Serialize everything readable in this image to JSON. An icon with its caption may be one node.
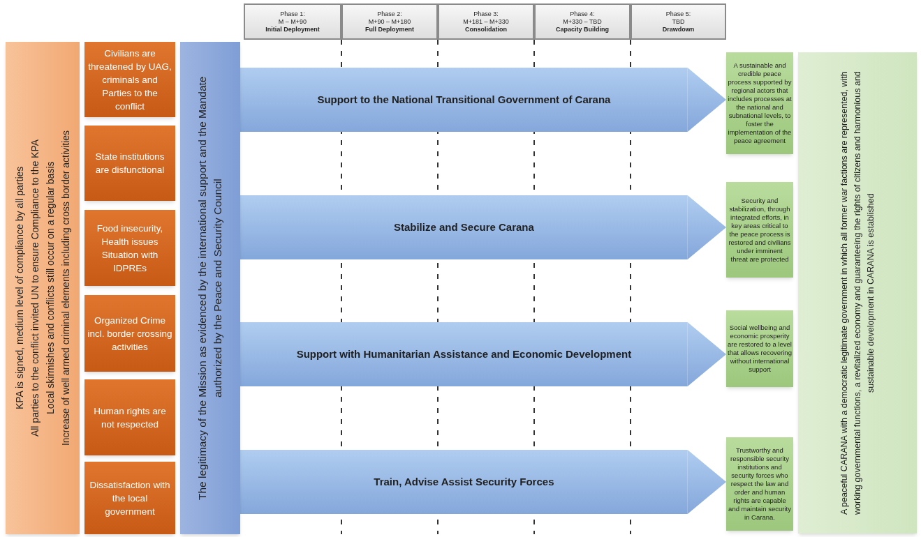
{
  "diagram": {
    "nodes": [
      {
        "text": [
          "Phase 1:",
          "M – M+90",
          "Initial Deployment"
        ]
      },
      {
        "text": [
          "Phase 2:",
          "M+90 – M+180",
          "Full Deployment"
        ]
      },
      {
        "text": [
          "Phase 3:",
          "M+181 – M+330",
          "Consolidation"
        ]
      },
      {
        "text": [
          "Phase 4:",
          "M+330 – TBD",
          "Capacity Building"
        ]
      },
      {
        "text": [
          "Phase 5:",
          "TBD",
          "Drawdown"
        ]
      },
      {
        "text": [
          "KPA is signed, medium level of compliance by all parties",
          "All parties to the conflict invited UN to ensure Compliance to the KPA",
          "Local skirmishes and conflicts still occur on a regular basis",
          "Increase of well armed criminal elements including cross border activities"
        ]
      },
      {
        "text": [
          "Civilians are threatened by UAG, criminals and Parties to the conflict"
        ]
      },
      {
        "text": [
          "State institutions are disfunctional"
        ]
      },
      {
        "text": [
          "Food insecurity, Health issues Situation with IDPREs"
        ]
      },
      {
        "text": [
          "Organized Crime incl. border crossing activities"
        ]
      },
      {
        "text": [
          "Human rights are not respected"
        ]
      },
      {
        "text": [
          "Dissatisfaction with the local government"
        ]
      },
      {
        "text": [
          "The legitimacy of the Mission as evidenced by the international support and the Mandate authorized by the Peace and Security Council"
        ]
      },
      {
        "text": [
          "A sustainable and credible peace process supported by regional actors that includes processes at the national and subnational levels, to foster the implementation of the peace agreement"
        ]
      },
      {
        "text": [
          "Security and stabilization, through integrated efforts, in key areas critical to the peace process is restored and civilians under imminent threat are protected"
        ]
      },
      {
        "text": [
          "Social wellbeing and economic prosperity are restored to a level that allows recovering without international support"
        ]
      },
      {
        "text": [
          "Trustworthy and responsible security institutions and security forces who respect the law and order and human rights are capable and maintain security in Carana."
        ]
      },
      {
        "text": [
          "A peaceful CARANA with a democratic legitimate government in which all former war factions are represented, with working governmental functions, a revitalized economy and guaranteeing the rights of citizens and harmonious and sustainable development in CARANA is established"
        ]
      }
    ],
    "edges": [
      {
        "from": 12,
        "to": 13,
        "arrow": "to",
        "label": "Support to the National Transitional Government of Carana",
        "style": "thick"
      },
      {
        "from": 12,
        "to": 14,
        "arrow": "to",
        "label": "Stabilize and Secure Carana",
        "style": "thick"
      },
      {
        "from": 12,
        "to": 15,
        "arrow": "to",
        "label": "Support with Humanitarian Assistance and Economic Development",
        "style": "thick"
      },
      {
        "from": 12,
        "to": 16,
        "arrow": "to",
        "label": "Train, Advise Assist Security Forces",
        "style": "thick"
      }
    ]
  }
}
